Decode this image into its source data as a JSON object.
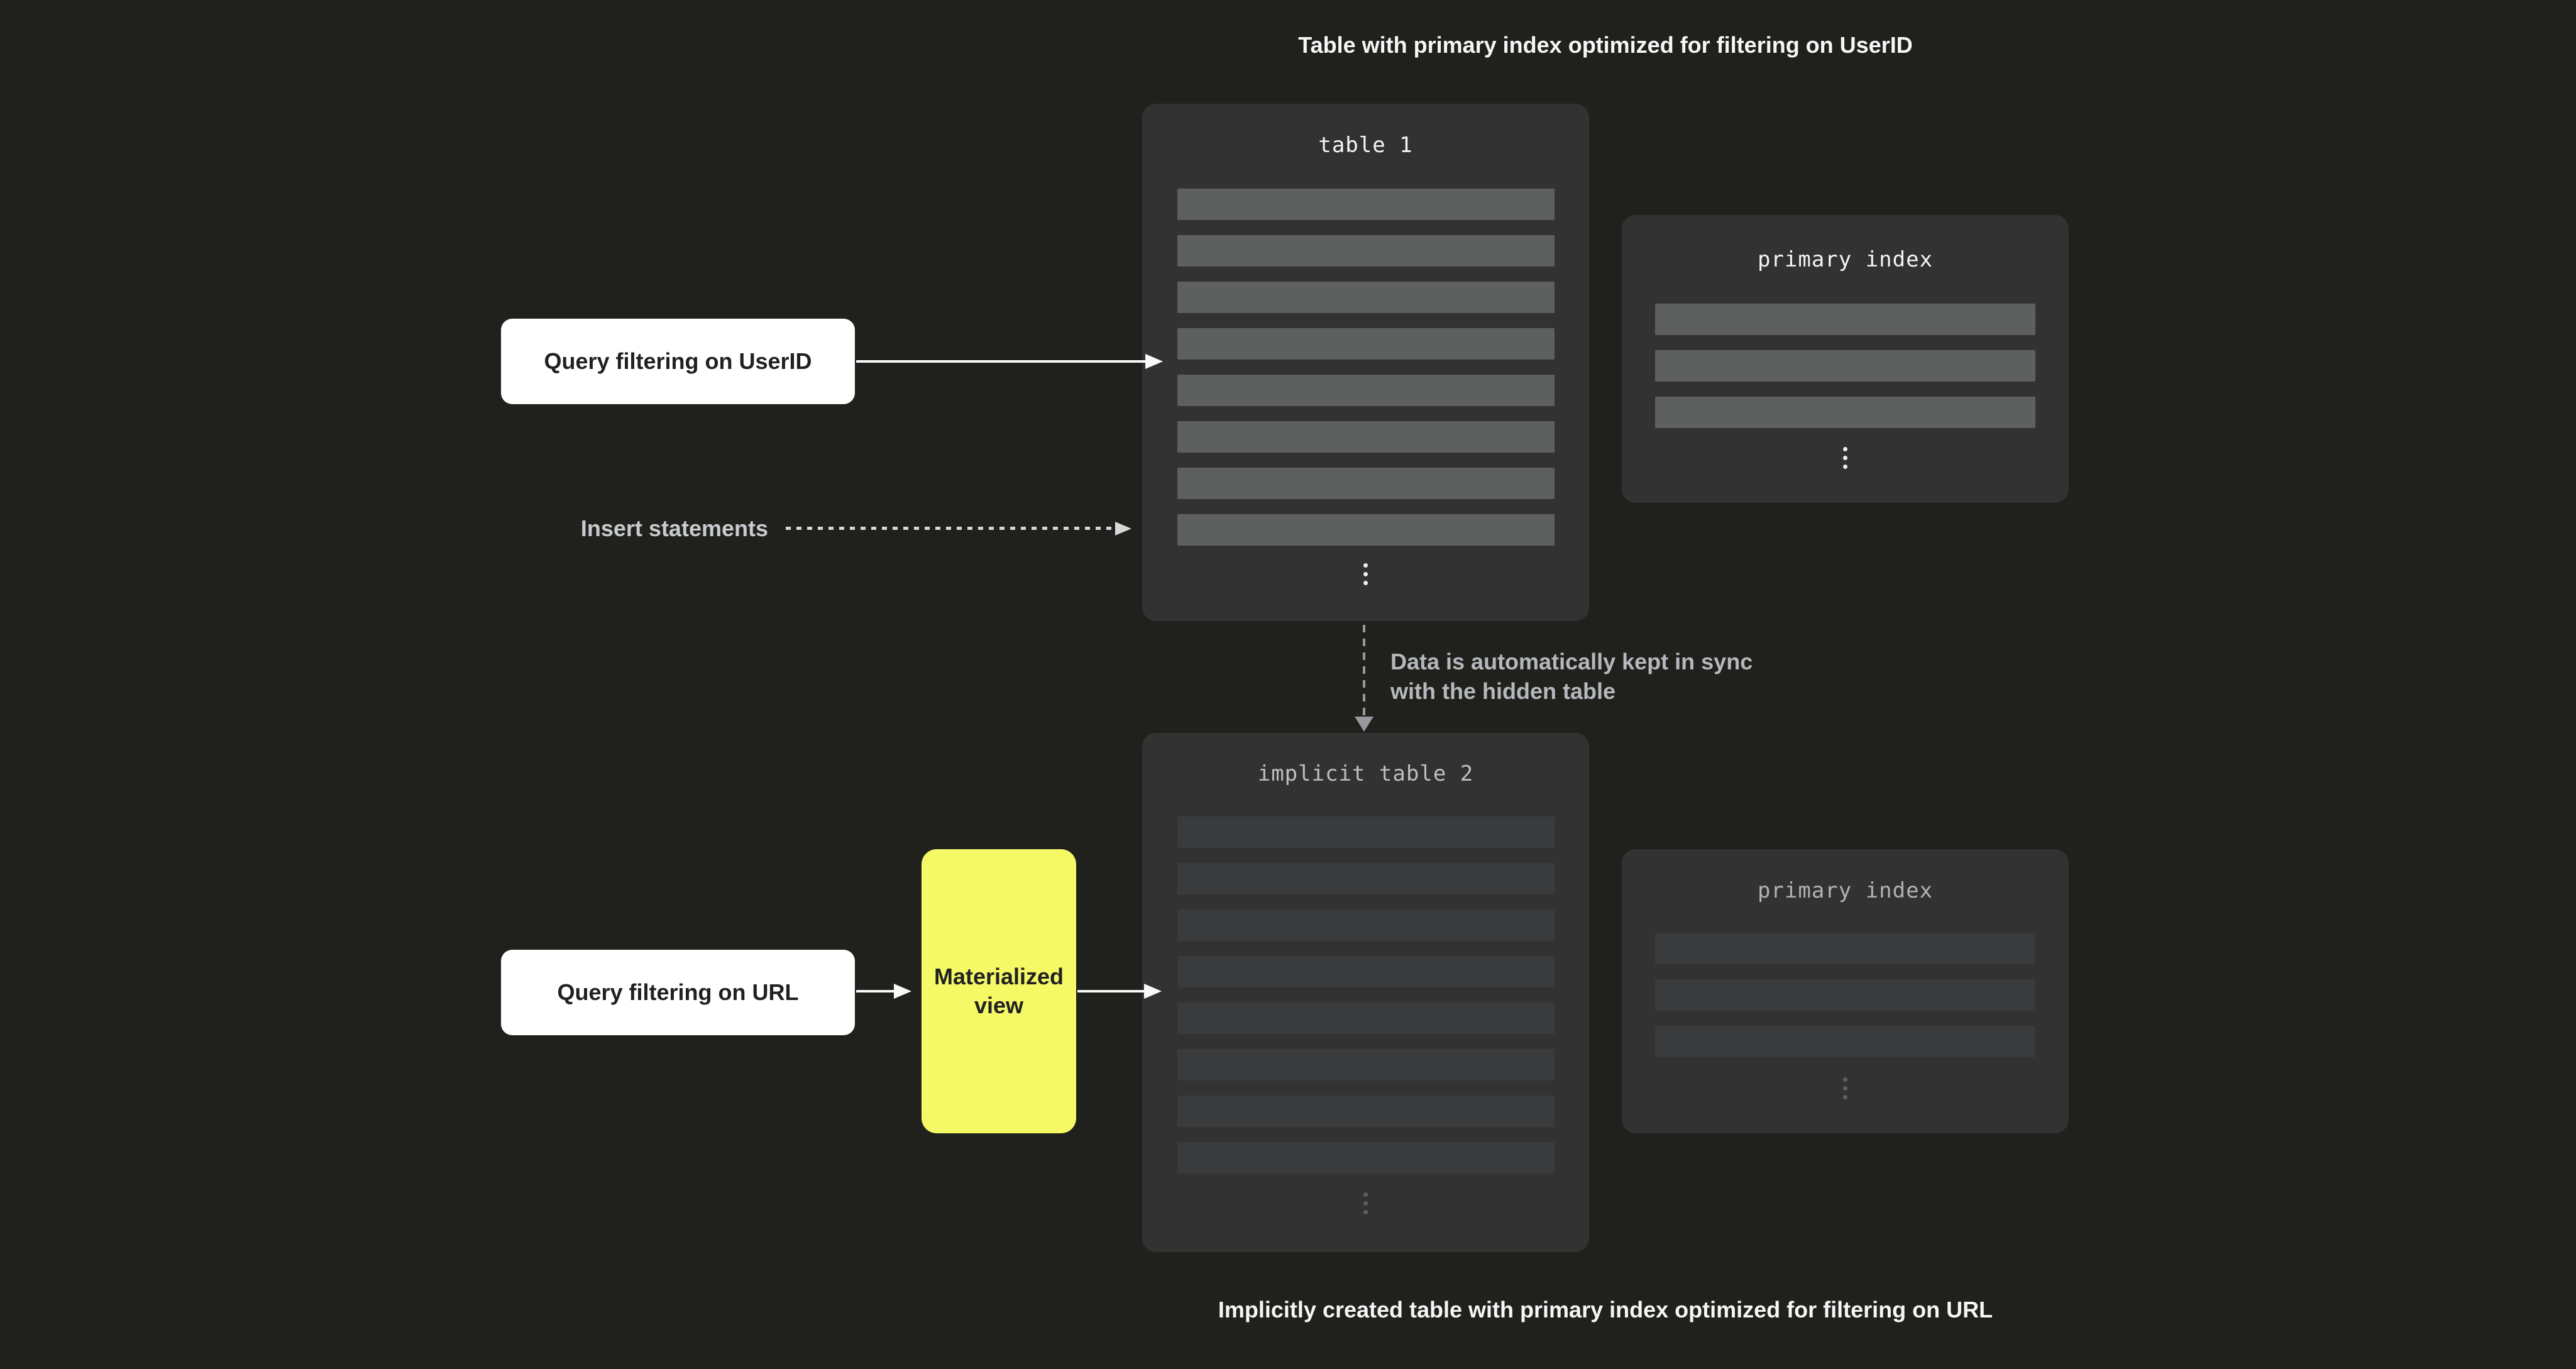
{
  "captions": {
    "top": "Table with primary index optimized for filtering on UserID",
    "bottom": "Implicitly created table with primary index optimized for filtering on URL"
  },
  "boxes": {
    "table1": {
      "title": "table 1",
      "rows": 8
    },
    "primary_index_top": {
      "title": "primary index",
      "rows": 3
    },
    "table2": {
      "title": "implicit table 2",
      "rows": 8
    },
    "primary_index_bottom": {
      "title": "primary index",
      "rows": 3
    },
    "materialized_view": {
      "label": "Materialized view"
    }
  },
  "labels": {
    "query_userid": "Query filtering on UserID",
    "insert_statements": "Insert statements",
    "query_url": "Query filtering on URL",
    "sync_line1": "Data is automatically kept in sync",
    "sync_line2": "with the hidden table"
  },
  "colors": {
    "background": "#20211c",
    "panel": "#323233",
    "row_bright": "#5e5f5f",
    "row_dim": "#3a3b3d",
    "white_box": "#ffffff",
    "accent_yellow": "#f6f966",
    "text_dark": "#202121",
    "text_white": "#f5f6f6",
    "text_gray": "#b5b8bc",
    "text_gray_light": "#c8cbce",
    "title_dim": "#bcbec0",
    "title_dim2": "#b0b2b4",
    "arrow_white": "#fafafa",
    "arrow_dotted": "#d5d8da",
    "arrow_gray": "#97999d",
    "ellipsis_bright": "#ededee",
    "ellipsis_dim": "#5e5f61"
  }
}
